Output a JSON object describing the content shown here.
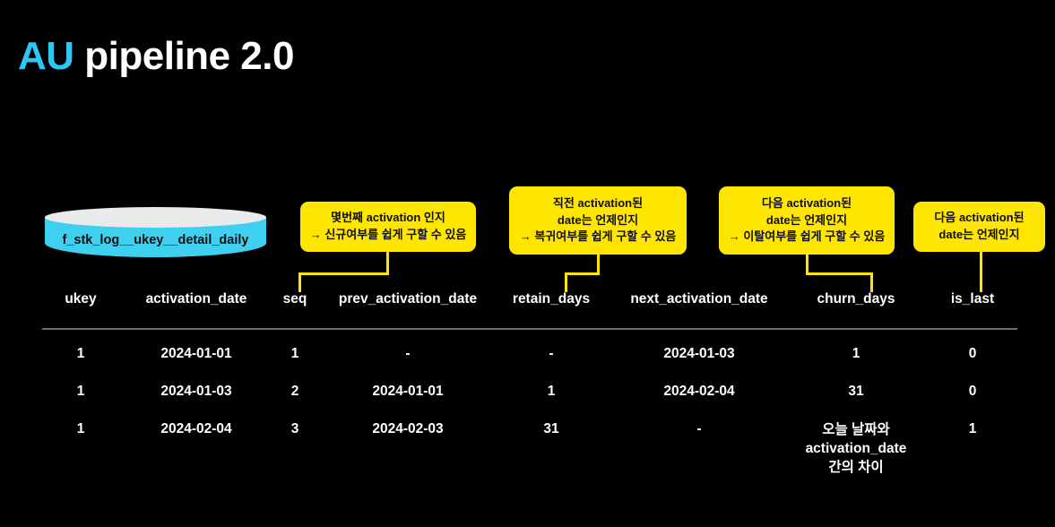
{
  "title": {
    "accent": "AU",
    "rest": " pipeline 2.0",
    "accent_color": "#2ec6f2"
  },
  "source": {
    "label": "f_stk_log__ukey__detail_daily",
    "body_color": "#3fd0f0",
    "top_color": "#e9eaec"
  },
  "callouts": [
    {
      "id": "seq-callout",
      "lines": [
        "몇번째 activation 인지",
        "→ 신규여부를 쉽게 구할 수 있음"
      ],
      "target_column": "seq",
      "color": "#ffe600"
    },
    {
      "id": "prev-activation-date-callout",
      "lines": [
        "직전 activation된",
        "date는 언제인지",
        "→ 복귀여부를 쉽게 구할 수 있음"
      ],
      "target_column": "retain_days",
      "color": "#ffe600"
    },
    {
      "id": "next-activation-date-callout",
      "lines": [
        "다음 activation된",
        "date는 언제인지",
        "→ 이탈여부를 쉽게 구할 수 있음"
      ],
      "target_column": "churn_days",
      "color": "#ffe600"
    },
    {
      "id": "is-last-callout",
      "lines": [
        "다음 activation된",
        "date는 언제인지"
      ],
      "target_column": "is_last",
      "color": "#ffe600"
    }
  ],
  "table": {
    "headers": [
      "ukey",
      "activation_date",
      "seq",
      "prev_activation_date",
      "retain_days",
      "next_activation_date",
      "churn_days",
      "is_last"
    ],
    "rows": [
      {
        "ukey": "1",
        "activation_date": "2024-01-01",
        "seq": "1",
        "prev_activation_date": "-",
        "retain_days": "-",
        "next_activation_date": "2024-01-03",
        "churn_days": "1",
        "is_last": "0"
      },
      {
        "ukey": "1",
        "activation_date": "2024-01-03",
        "seq": "2",
        "prev_activation_date": "2024-01-01",
        "retain_days": "1",
        "next_activation_date": "2024-02-04",
        "churn_days": "31",
        "is_last": "0"
      },
      {
        "ukey": "1",
        "activation_date": "2024-02-04",
        "seq": "3",
        "prev_activation_date": "2024-02-03",
        "retain_days": "31",
        "next_activation_date": "-",
        "churn_days": [
          "오늘 날짜와",
          "activation_date",
          "간의 차이"
        ],
        "is_last": "1"
      }
    ]
  }
}
